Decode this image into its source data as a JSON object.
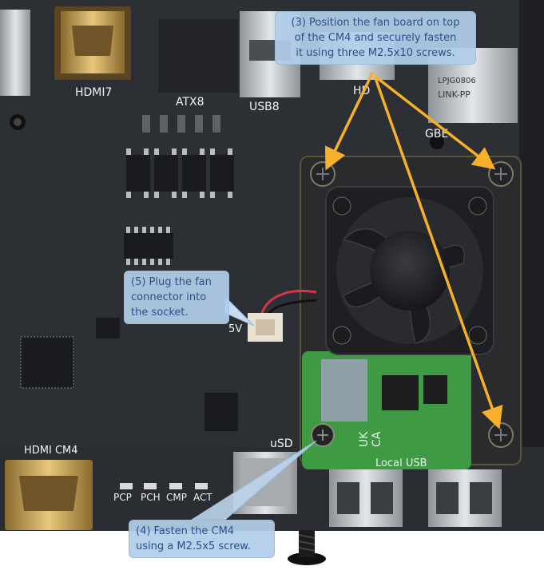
{
  "callouts": {
    "step3": {
      "lines": [
        "(3) Position the fan board on top",
        "of the CM4 and securely fasten",
        "it using three M2.5x10 screws."
      ]
    },
    "step5": {
      "lines": [
        "(5) Plug the fan",
        "connector into",
        "the socket."
      ]
    },
    "step4": {
      "lines": [
        "(4) Fasten the CM4",
        "using a M2.5x5 screw."
      ]
    }
  },
  "board_labels": {
    "hdmi7": "HDMI7",
    "atx8": "ATX8",
    "usb8": "USB8",
    "hdmi8_partial": "HD",
    "gbe_partial": "GBE",
    "hdmi_cm4": "HDMI CM4",
    "usd": "uSD",
    "local_usb": "Local USB",
    "fan_voltage": "5V",
    "pcp": "PCP",
    "pch": "PCH",
    "cmp": "CMP",
    "act": "ACT",
    "cm4_mark_1": "UK",
    "cm4_mark_2": "CA",
    "jack_text_1": "LINK-PP",
    "jack_text_2": "LPJG0806"
  },
  "colors": {
    "board": "#2c2f33",
    "arrow": "#f6b02a",
    "callout_fill": "#b1cdea",
    "callout_text": "#2a4f8c",
    "cm4_green": "#3f9a44",
    "fan": "#1e1f22"
  }
}
